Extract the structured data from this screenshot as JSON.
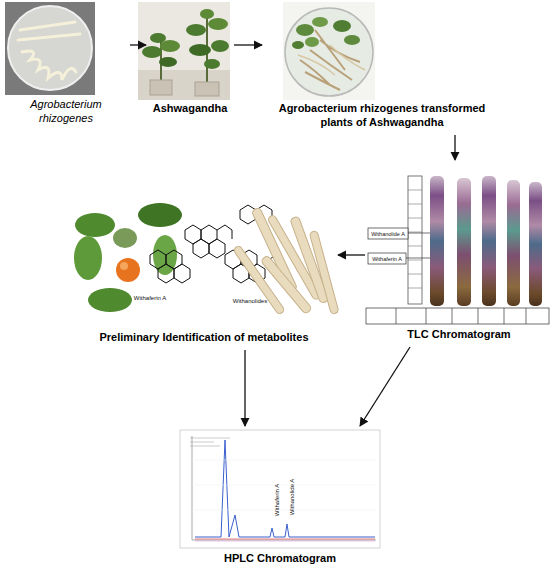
{
  "diagram": {
    "nodes": [
      {
        "text": [
          "Agrobacterium rhizogenes"
        ]
      },
      {
        "text": [
          "Ashwagandha"
        ]
      },
      {
        "text": [
          "Agrobacterium rhizogenes transformed plants of Ashwagandha"
        ]
      },
      {
        "text": [
          "TLC Chromatogram"
        ]
      },
      {
        "text": [
          "Preliminary Identification of metabolites"
        ]
      },
      {
        "text": [
          "HPLC Chromatogram"
        ]
      }
    ],
    "edges": [
      {
        "from": 0,
        "to": 1,
        "arrow": "to"
      },
      {
        "from": 1,
        "to": 2,
        "arrow": "to"
      },
      {
        "from": 2,
        "to": 3,
        "arrow": "to"
      },
      {
        "from": 3,
        "to": 4,
        "arrow": "to"
      },
      {
        "from": 4,
        "to": 5,
        "arrow": "to"
      },
      {
        "from": 3,
        "to": 5,
        "arrow": "to"
      }
    ],
    "labels": [
      "Withanolide A",
      "Withaferin A",
      "Withaferin A",
      "Withanolides",
      "Withaferin A",
      "Withanolide A"
    ]
  }
}
